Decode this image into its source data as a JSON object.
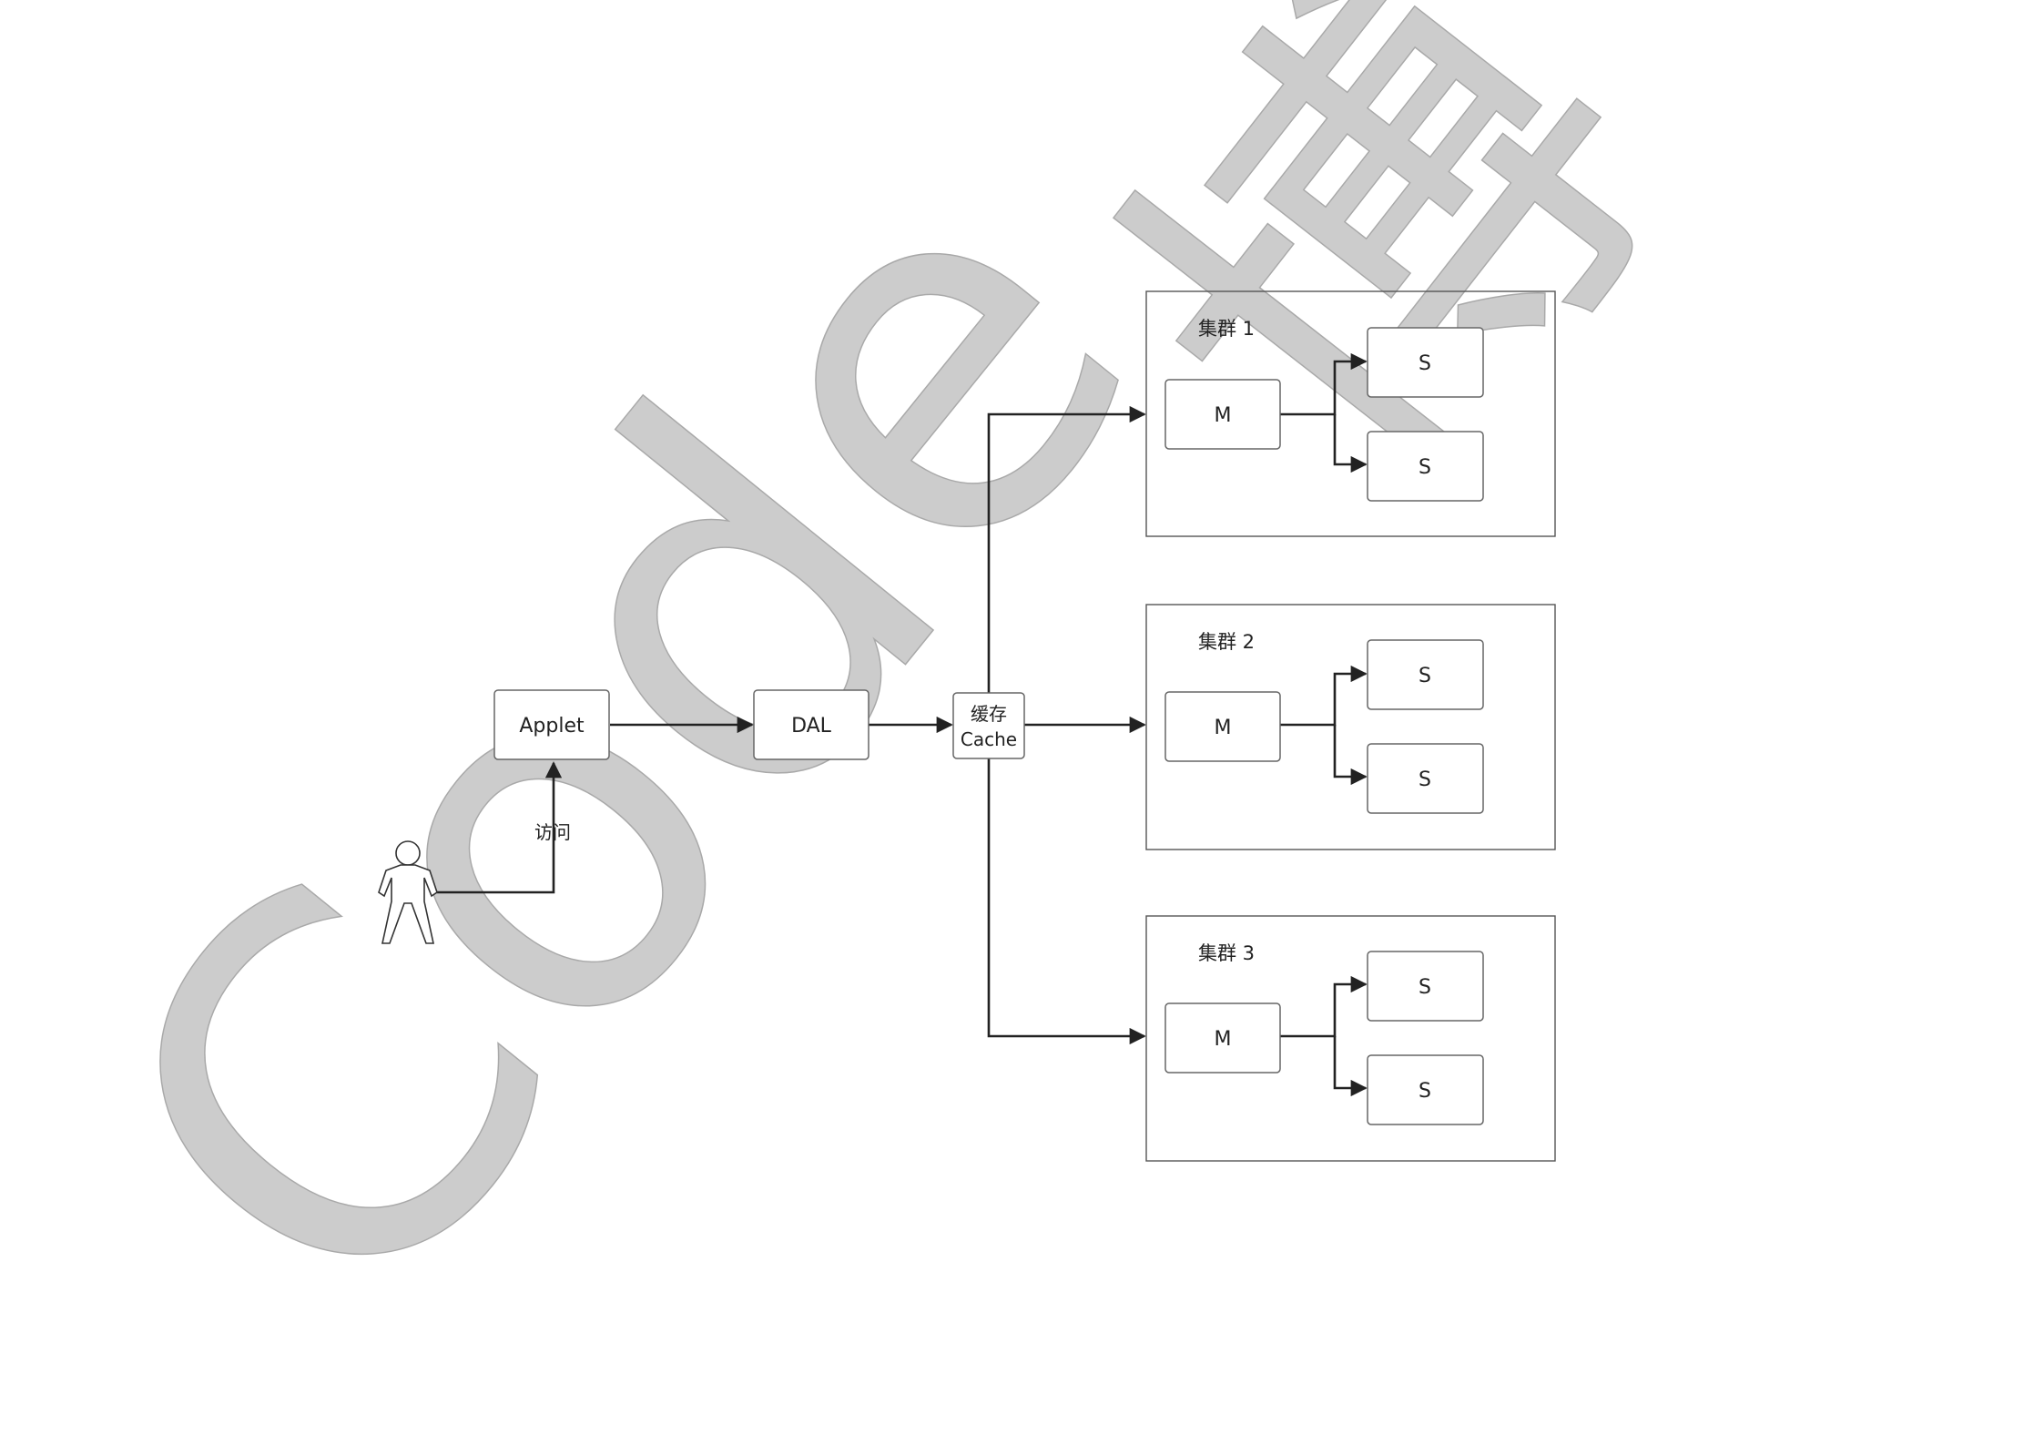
{
  "watermark": {
    "latin": "Code",
    "cjk": "博"
  },
  "actor": {
    "icon": "user-icon",
    "edge_label": "访问"
  },
  "nodes": {
    "applet": "Applet",
    "dal": "DAL",
    "cache_line1": "缓存",
    "cache_line2": "Cache"
  },
  "clusters": [
    {
      "title": "集群 1",
      "master": "M",
      "slaves": [
        "S",
        "S"
      ]
    },
    {
      "title": "集群 2",
      "master": "M",
      "slaves": [
        "S",
        "S"
      ]
    },
    {
      "title": "集群 3",
      "master": "M",
      "slaves": [
        "S",
        "S"
      ]
    }
  ]
}
